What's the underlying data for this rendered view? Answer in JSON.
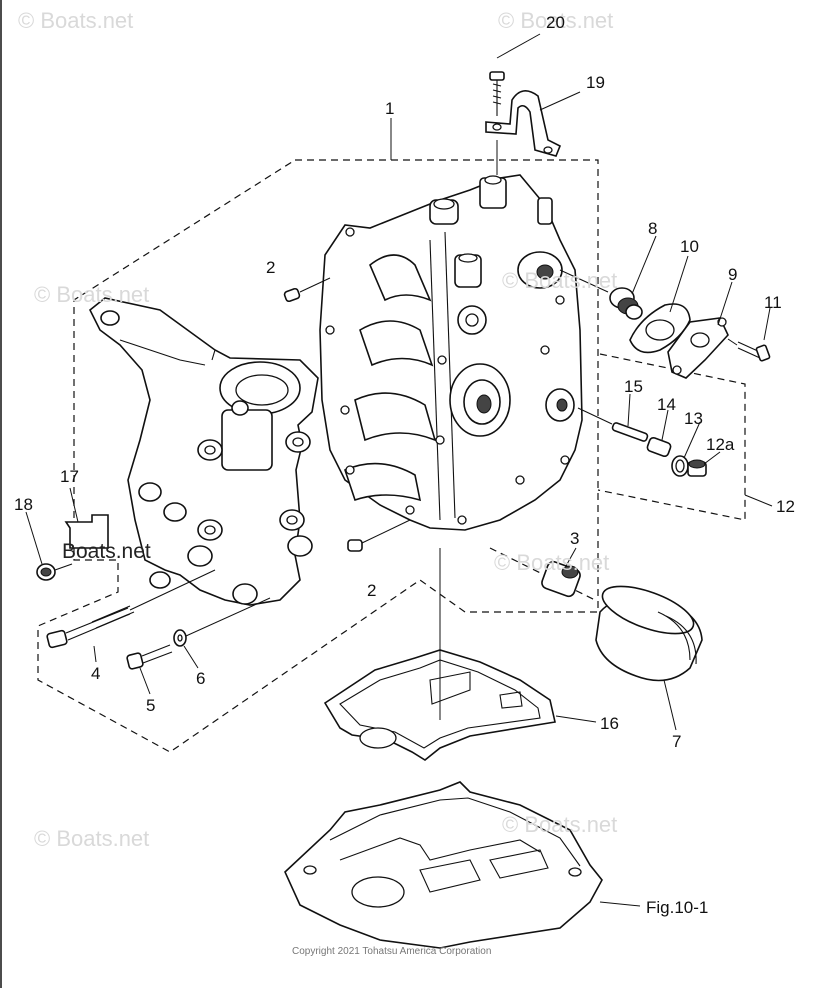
{
  "callouts": {
    "c1": "1",
    "c2a": "2",
    "c2b": "2",
    "c3": "3",
    "c4": "4",
    "c5": "5",
    "c6": "6",
    "c7": "7",
    "c8": "8",
    "c9": "9",
    "c10": "10",
    "c11": "11",
    "c12": "12",
    "c12a": "12a",
    "c13": "13",
    "c14": "14",
    "c15": "15",
    "c16": "16",
    "c17": "17",
    "c18": "18",
    "c19": "19",
    "c20": "20"
  },
  "figure_reference": "Fig.10-1",
  "watermark": "© Boats.net",
  "watermark_inline": "Boats.net",
  "copyright": "Copyright 2021 Tohatsu America Corporation"
}
